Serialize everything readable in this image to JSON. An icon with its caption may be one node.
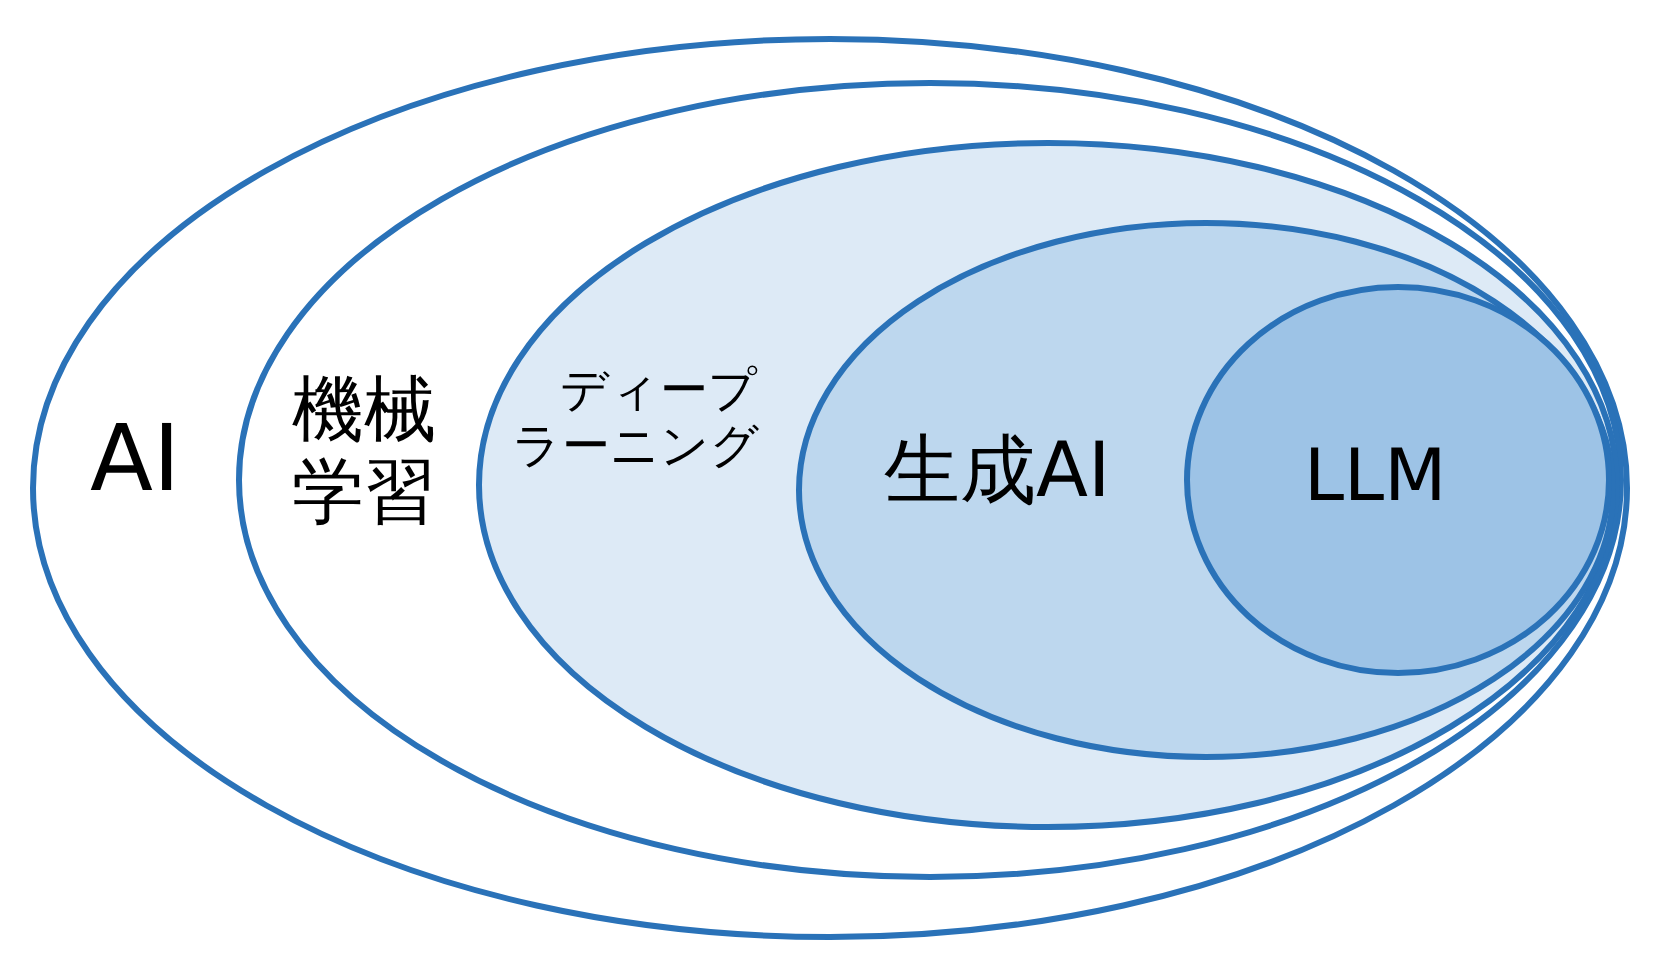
{
  "diagram": {
    "nodes": [
      {
        "text": [
          "AI"
        ]
      },
      {
        "text": [
          "機械学習"
        ],
        "in": 0
      },
      {
        "text": [
          "ディープラーニング"
        ],
        "in": 1
      },
      {
        "text": [
          "生成AI"
        ],
        "in": 2
      },
      {
        "text": [
          "LLM"
        ],
        "in": 3
      }
    ]
  }
}
